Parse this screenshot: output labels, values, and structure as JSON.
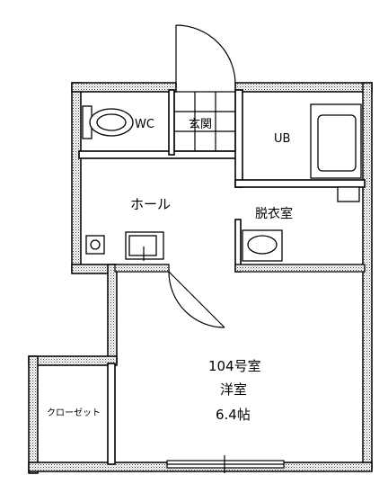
{
  "floorplan": {
    "rooms": {
      "wc": "WC",
      "genkan": "玄関",
      "ub": "UB",
      "hall": "ホール",
      "datsuishitsu": "脱衣室",
      "closet": "クローゼット",
      "room_number": "104号室",
      "room_type": "洋室",
      "room_size": "6.4帖"
    }
  }
}
